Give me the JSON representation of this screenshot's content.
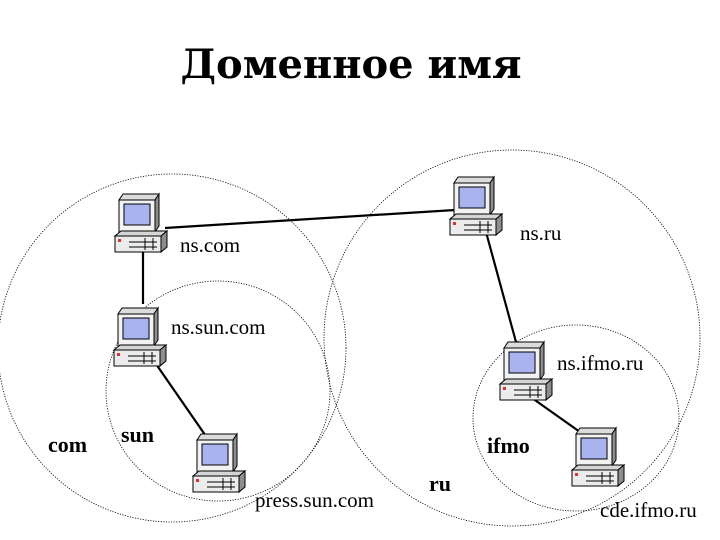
{
  "title": "Доменное имя",
  "zones": {
    "com": "com",
    "sun": "sun",
    "ru": "ru",
    "ifmo": "ifmo"
  },
  "hosts": {
    "ns_com": "ns.com",
    "ns_sun_com": "ns.sun.com",
    "press_sun_com": "press.sun.com",
    "ns_ru": "ns.ru",
    "ns_ifmo_ru": "ns.ifmo.ru",
    "cde_ifmo_ru": "cde.ifmo.ru"
  },
  "colors": {
    "screen": "#a9b4ee",
    "monitor_face": "#f2f2f2",
    "body_face": "#ececec",
    "side_shade": "#8e8e8e",
    "led": "#e03030"
  },
  "icons": {
    "computer": "computer-icon"
  }
}
